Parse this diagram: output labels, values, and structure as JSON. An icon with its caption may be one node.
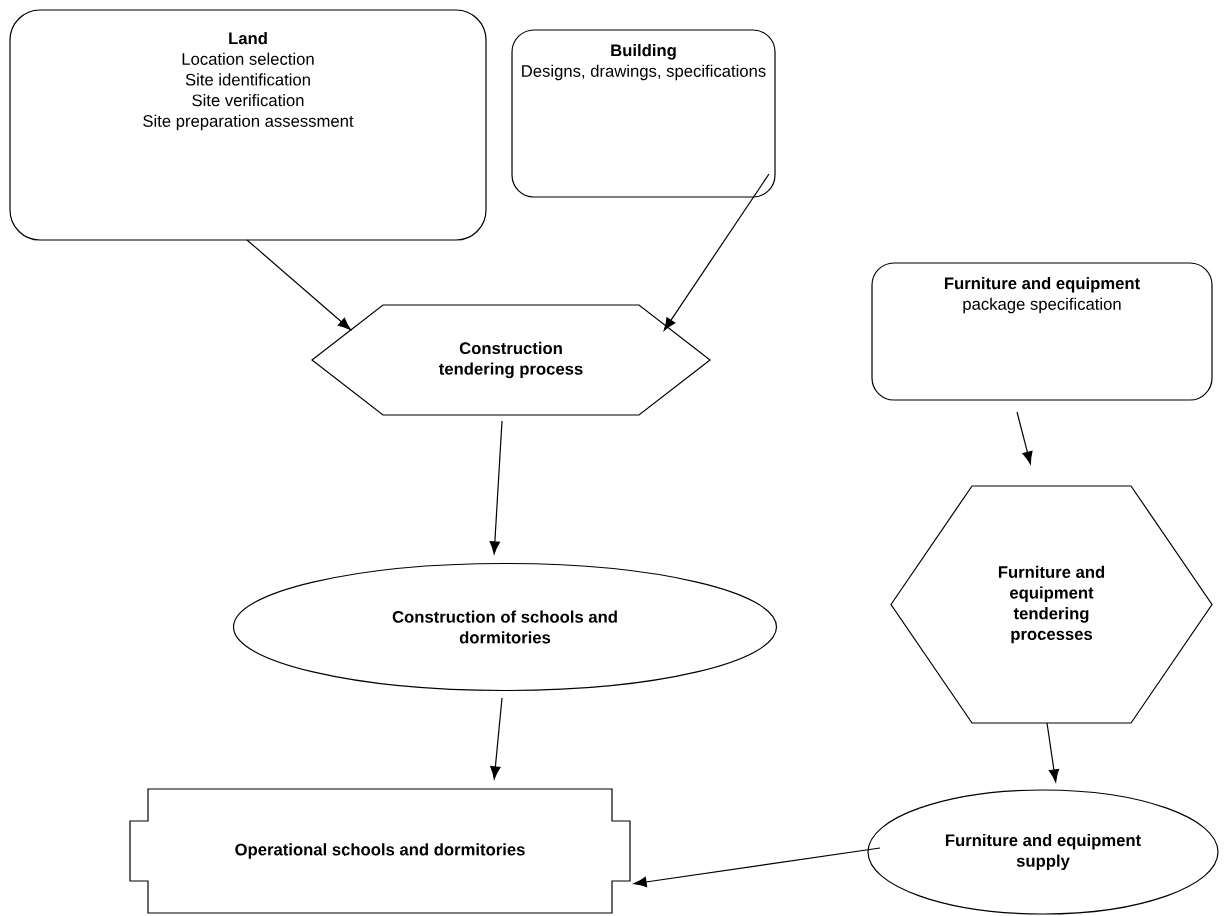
{
  "diagram": {
    "nodes": [
      {
        "text": [
          "Land",
          "Location selection",
          "Site identification",
          "Site verification",
          "Site preparation assessment"
        ]
      },
      {
        "text": [
          "Building",
          "Designs, drawings, specifications"
        ]
      },
      {
        "text": [
          "Furniture and equipment",
          "package specification"
        ]
      },
      {
        "text": [
          "Construction tendering process"
        ]
      },
      {
        "text": [
          "Construction of schools and dormitories"
        ]
      },
      {
        "text": [
          "Furniture and equipment tendering processes"
        ]
      },
      {
        "text": [
          "Operational schools and dormitories"
        ]
      },
      {
        "text": [
          "Furniture and equipment supply"
        ]
      }
    ],
    "edges": [
      {
        "from": 0,
        "to": 3,
        "arrow": "to"
      },
      {
        "from": 1,
        "to": 3,
        "arrow": "to"
      },
      {
        "from": 3,
        "to": 4,
        "arrow": "to"
      },
      {
        "from": 4,
        "to": 6,
        "arrow": "to"
      },
      {
        "from": 2,
        "to": 5,
        "arrow": "to"
      },
      {
        "from": 5,
        "to": 7,
        "arrow": "to"
      },
      {
        "from": 7,
        "to": 6,
        "arrow": "to"
      }
    ]
  }
}
